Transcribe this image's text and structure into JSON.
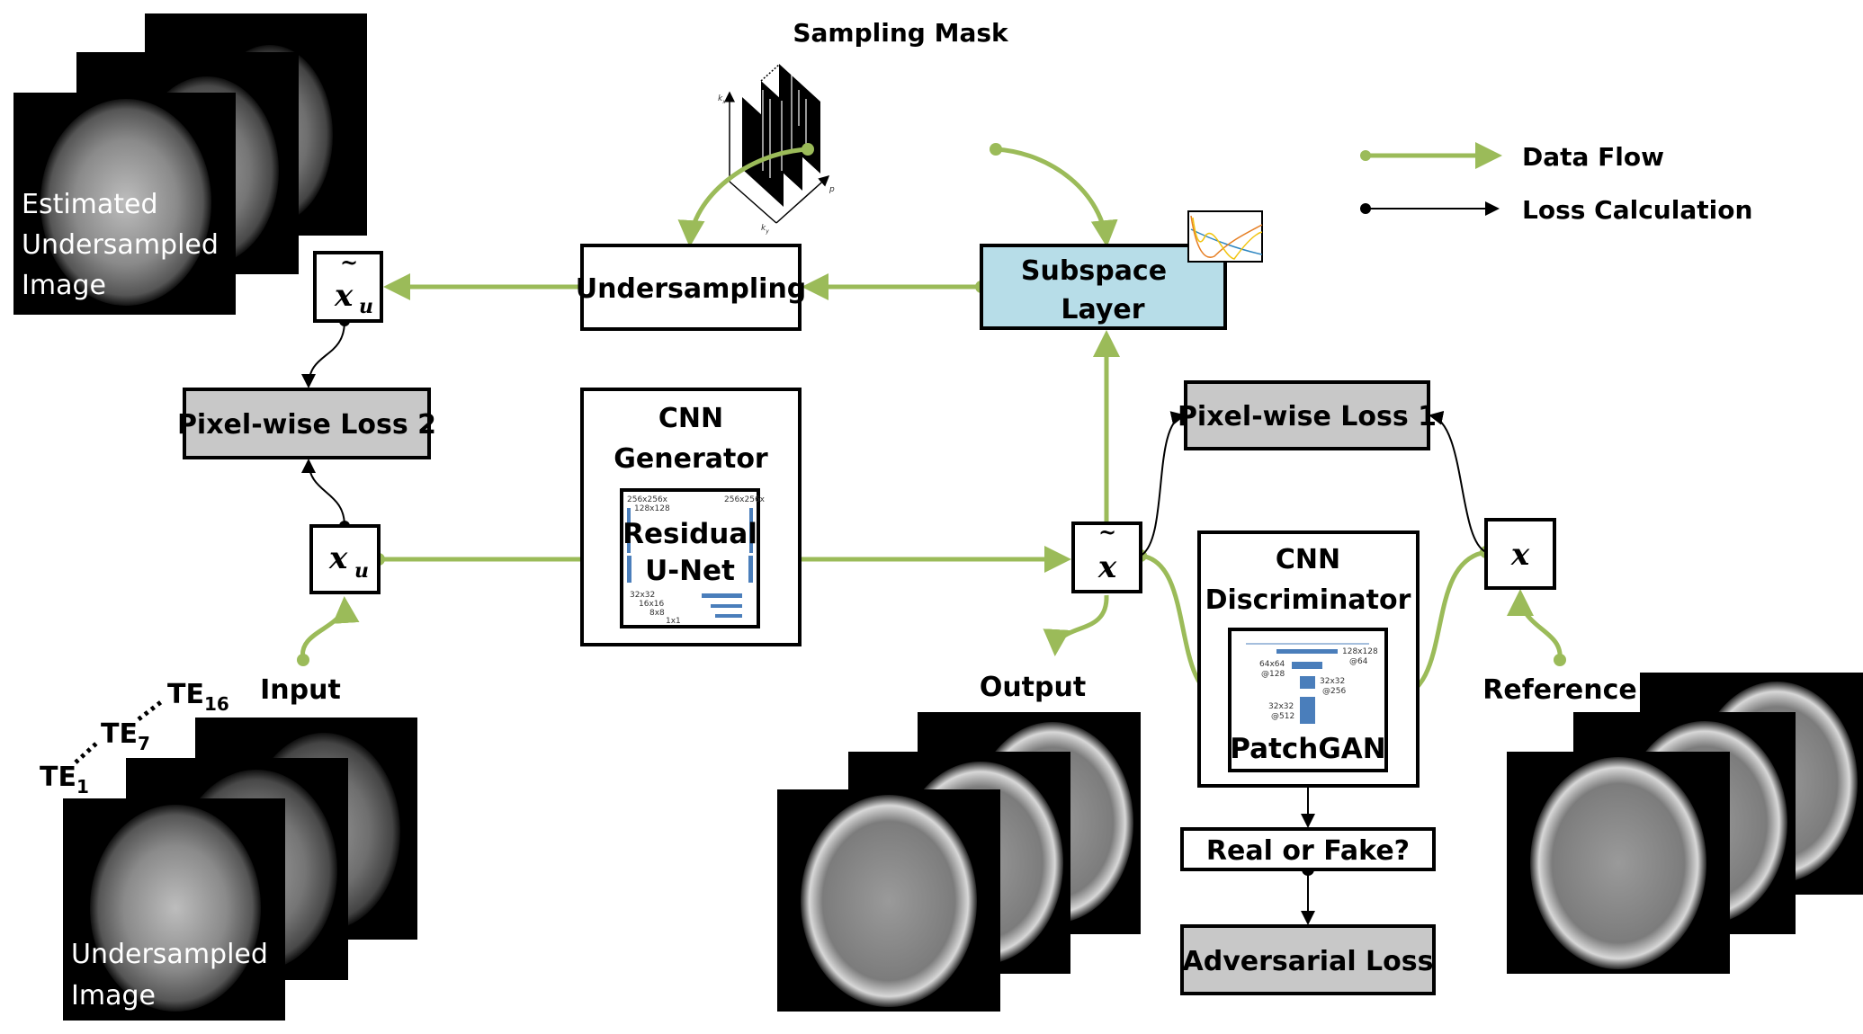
{
  "title": "Sampling Mask",
  "mask_axes": {
    "kx": "k",
    "kx_sub": "x",
    "ky": "k",
    "ky_sub": "y",
    "p": "p"
  },
  "blocks": {
    "undersampling": "Undersampling",
    "subspace": [
      "Subspace",
      "Layer"
    ],
    "pixel_loss_2": "Pixel-wise Loss 2",
    "pixel_loss_1": "Pixel-wise Loss 1",
    "generator": [
      "CNN",
      "Generator"
    ],
    "generator_inner": [
      "Residual",
      "U-Net"
    ],
    "discriminator": [
      "CNN",
      "Discriminator"
    ],
    "discriminator_inner": "PatchGAN",
    "real_or_fake": "Real or Fake?",
    "adversarial_loss": "Adversarial Loss"
  },
  "patchgan_layers": [
    "128x128",
    "@64",
    "64x64",
    "@128",
    "32x32",
    "@256",
    "32x32",
    "@512"
  ],
  "unet_layers": [
    "256x256x",
    "256x256x",
    "128x128",
    "32x32",
    "16x16",
    "8x8",
    "1x1"
  ],
  "variables": {
    "x_u_tilde": {
      "base": "x",
      "sub": "u",
      "accent": "~"
    },
    "x_u": {
      "base": "x",
      "sub": "u"
    },
    "x_tilde": {
      "base": "x",
      "accent": "~"
    },
    "x": {
      "base": "x"
    }
  },
  "labels": {
    "input": "Input",
    "output": "Output",
    "reference": "Reference",
    "estimated": [
      "Estimated",
      "Undersampled",
      "Image"
    ],
    "undersampled": [
      "Undersampled",
      "Image"
    ],
    "te": [
      {
        "base": "TE",
        "sub": "1"
      },
      {
        "base": "TE",
        "sub": "7"
      },
      {
        "base": "TE",
        "sub": "16"
      }
    ]
  },
  "legend": [
    {
      "label": "Data Flow",
      "color": "#9bbb59"
    },
    {
      "label": "Loss Calculation",
      "color": "#000000"
    }
  ],
  "colors": {
    "data_flow": "#9bbb59",
    "subspace_fill": "#b7dde8",
    "loss_fill": "#c8c8c8"
  }
}
